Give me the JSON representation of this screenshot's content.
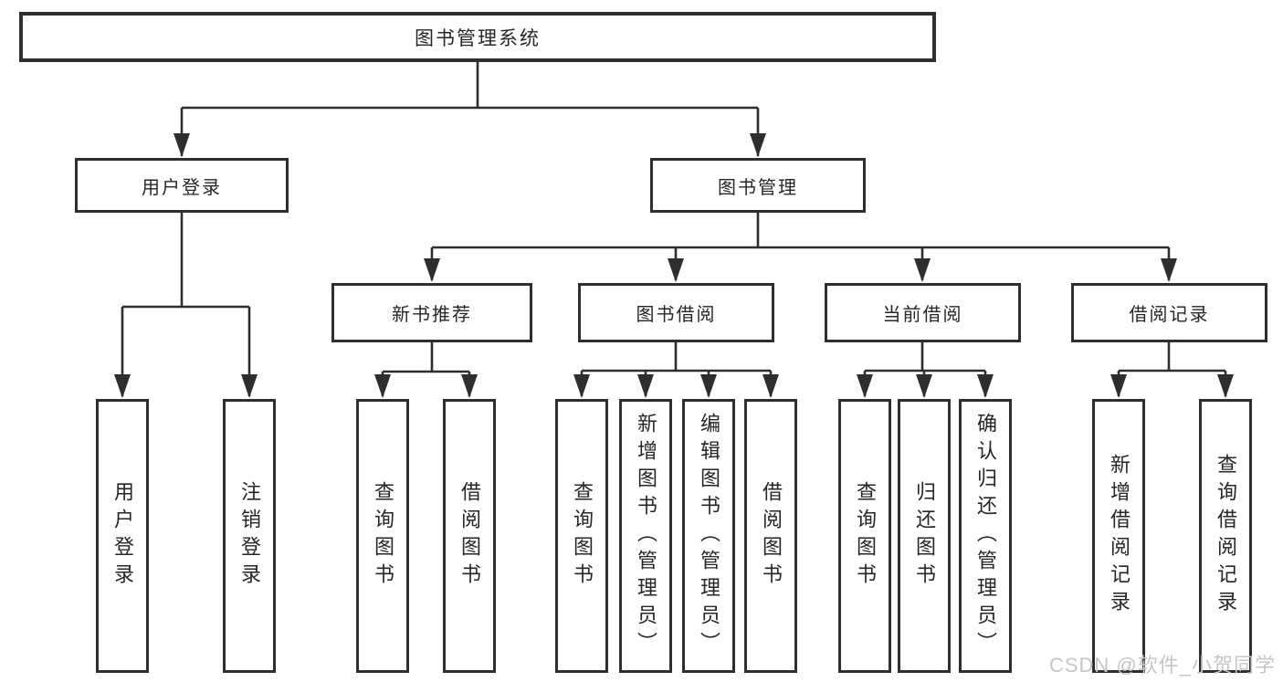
{
  "colors": {
    "line": "#2e2e2e",
    "text": "#262626",
    "watermark": "#c4c6ca",
    "background": "#ffffff"
  },
  "watermark": {
    "text": "CSDN @软件_小贺同学"
  },
  "tree": {
    "root": "图书管理系统",
    "branches": [
      {
        "label": "用户登录",
        "children": [
          "用户登录",
          "注销登录"
        ]
      },
      {
        "label": "图书管理",
        "children": [
          {
            "label": "新书推荐",
            "children": [
              "查询图书",
              "借阅图书"
            ]
          },
          {
            "label": "图书借阅",
            "children": [
              "查询图书",
              "新增图书（管理员）",
              "编辑图书（管理员）",
              "借阅图书"
            ]
          },
          {
            "label": "当前借阅",
            "children": [
              "查询图书",
              "归还图书",
              "确认归还（管理员）"
            ]
          },
          {
            "label": "借阅记录",
            "children": [
              "新增借阅记录",
              "查询借阅记录"
            ]
          }
        ]
      }
    ]
  }
}
